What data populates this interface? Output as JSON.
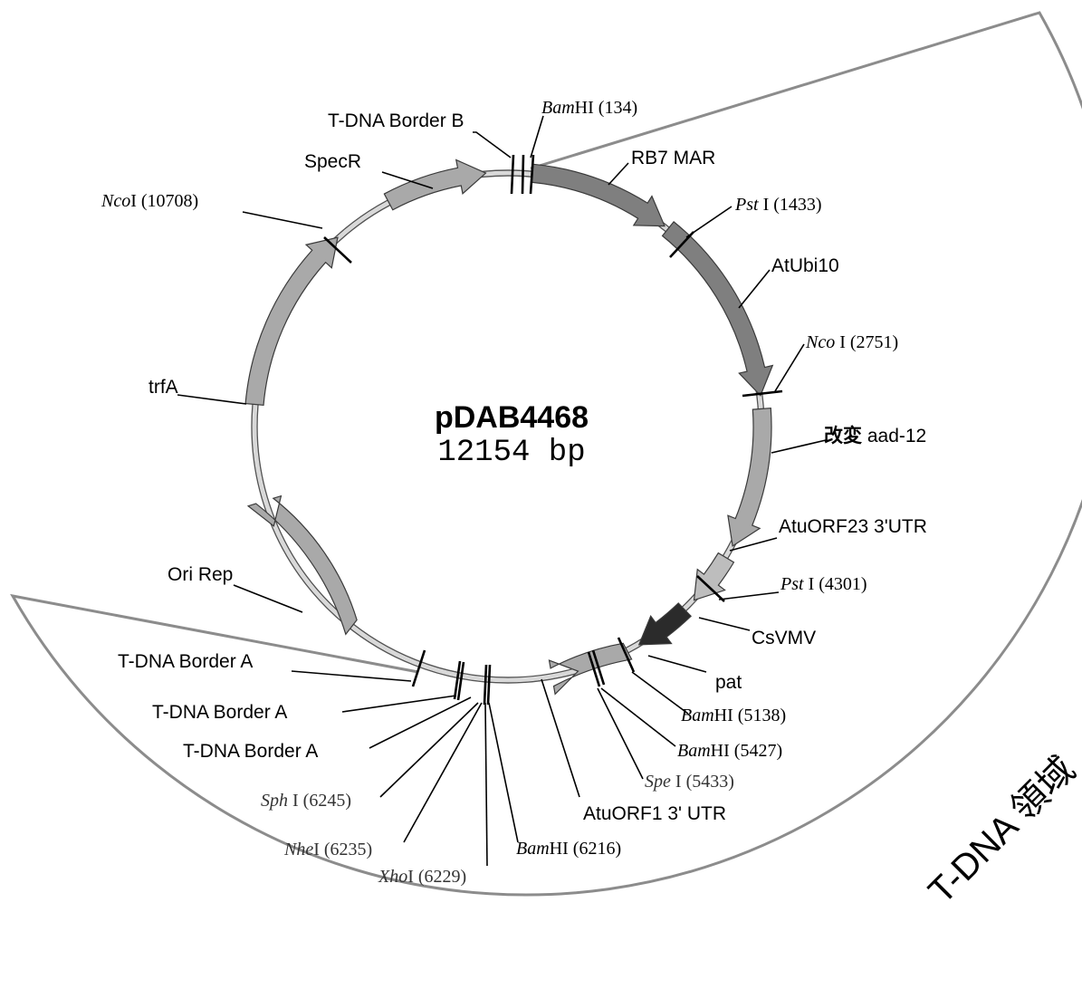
{
  "plasmid": {
    "name": "pDAB4468",
    "size": "12154 bp"
  },
  "region": {
    "label": "T-DNA 領域"
  },
  "features": {
    "t_dna_border_b": "T-DNA Border B",
    "spec_r": "SpecR",
    "rb7_mar": "RB7 MAR",
    "at_ubi10": "AtUbi10",
    "aad12_prefix": "改変",
    "aad12_name": " aad-12",
    "atu_orf23": "AtuORF23 3'UTR",
    "csvmv": "CsVMV",
    "pat": "pat",
    "atu_orf1": "AtuORF1 3' UTR",
    "t_dna_border_a_1": "T-DNA Border A",
    "t_dna_border_a_2": "T-DNA Border A",
    "t_dna_border_a_3": "T-DNA Border A",
    "ori_rep": "Ori Rep",
    "trf_a": "trfA"
  },
  "sites": {
    "bamhi_134": {
      "enzyme": "Bam",
      "suffix": "HI",
      "pos": " (134)"
    },
    "psti_1433": {
      "enzyme": "Pst",
      "suffix": " I",
      "pos": " (1433)"
    },
    "ncoi_2751": {
      "enzyme": "Nco",
      "suffix": " I",
      "pos": " (2751)"
    },
    "psti_4301": {
      "enzyme": "Pst",
      "suffix": " I",
      "pos": " (4301)"
    },
    "bamhi_5138": {
      "enzyme": "Bam",
      "suffix": "HI",
      "pos": " (5138)"
    },
    "bamhi_5427": {
      "enzyme": "Bam",
      "suffix": "HI",
      "pos": " (5427)"
    },
    "spei_5433": {
      "enzyme": "Spe",
      "suffix": " I",
      "pos": " (5433)"
    },
    "bamhi_6216": {
      "enzyme": "Bam",
      "suffix": "HI",
      "pos": " (6216)"
    },
    "xhoi_6229": {
      "enzyme": "Xho",
      "suffix": "I",
      "pos": " (6229)"
    },
    "nhei_6235": {
      "enzyme": "Nhe",
      "suffix": "I",
      "pos": " (6235)"
    },
    "sphi_6245": {
      "enzyme": "Sph",
      "suffix": " I",
      "pos": " (6245)"
    },
    "ncoi_10708": {
      "enzyme": "Nco",
      "suffix": "I",
      "pos": " (10708)"
    }
  },
  "colors": {
    "backbone": "#bdbdbd",
    "light_feature": "#a9a9a9",
    "mid_feature": "#7f7f7f",
    "dark_feature": "#2b2b2b",
    "region_outline": "#8c8c8c"
  }
}
